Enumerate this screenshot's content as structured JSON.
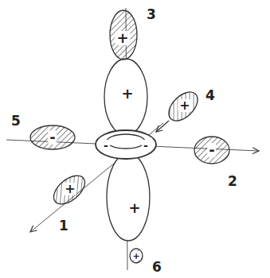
{
  "diagram": {
    "labels": [
      "3",
      "+",
      "+",
      "4",
      "+",
      "5",
      "-",
      "-",
      "-",
      "-",
      "2",
      "1",
      "+",
      "+",
      "6",
      "+"
    ]
  }
}
